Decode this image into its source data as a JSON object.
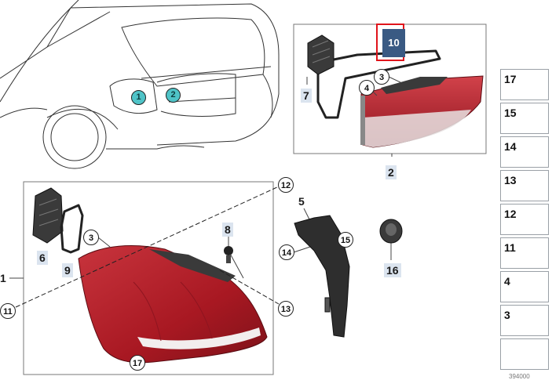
{
  "callouts": {
    "c1": "1",
    "c2": "2",
    "c3a": "3",
    "c4": "4",
    "c3b": "3",
    "c11": "11",
    "c12": "12",
    "c13": "13",
    "c14": "14",
    "c15": "15",
    "c17": "17"
  },
  "labels": {
    "l1": "1",
    "l2": "2",
    "l5": "5",
    "l6": "6",
    "l7": "7",
    "l8": "8",
    "l9": "9",
    "l16": "16"
  },
  "highlight": {
    "label": "10",
    "color": "#3a5a83",
    "border": "#e0141b"
  },
  "side_panel": [
    "17",
    "15",
    "14",
    "13",
    "12",
    "11",
    "4",
    "3"
  ],
  "footer": "394000",
  "colors": {
    "lamp_red": "#b5202a",
    "lamp_dark": "#7d1219",
    "teal": "#4fc3c7"
  }
}
